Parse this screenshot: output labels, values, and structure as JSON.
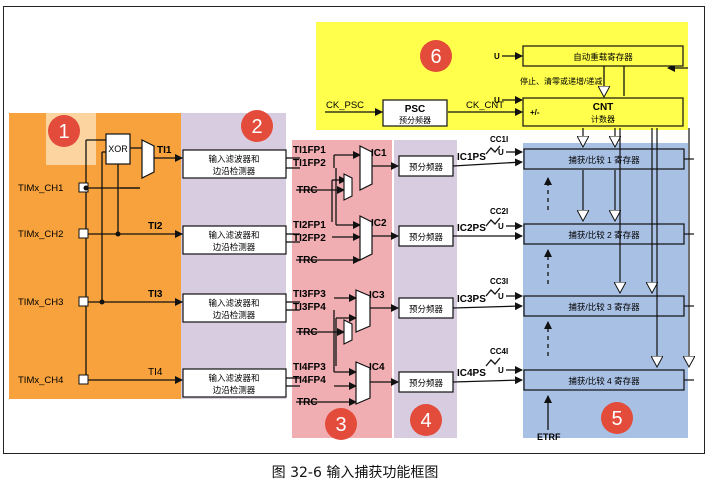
{
  "caption": "图 32-6 输入捕获功能框图",
  "regions": {
    "r1": "1",
    "r2": "2",
    "r3": "3",
    "r4": "4",
    "r5": "5",
    "r6": "6"
  },
  "colors": {
    "region1": "#f7a23c",
    "region2": "#d8cce0",
    "region3": "#f0aeb2",
    "region4": "#d8cce0",
    "region5": "#a8c0e4",
    "region6": "#ffff4c",
    "badge": "#e34b3a"
  },
  "inputs": [
    "TIMx_CH1",
    "TIMx_CH2",
    "TIMx_CH3",
    "TIMx_CH4"
  ],
  "xor": "XOR",
  "ti": [
    "TI1",
    "TI2",
    "TI3",
    "TI4"
  ],
  "filter_box": {
    "line1": "输入滤波器和",
    "line2": "边沿检测器"
  },
  "fp": {
    "g1": [
      "TI1FP1",
      "TI1FP2",
      "TRC"
    ],
    "g2": [
      "TI2FP1",
      "TI2FP2",
      "TRC"
    ],
    "g3": [
      "TI3FP3",
      "TI3FP4",
      "TRC"
    ],
    "g4": [
      "TI4FP3",
      "TI4FP4",
      "TRC"
    ]
  },
  "ic": [
    "IC1",
    "IC2",
    "IC3",
    "IC4"
  ],
  "prescaler": "预分频器",
  "icps": [
    "IC1PS",
    "IC2PS",
    "IC3PS",
    "IC4PS"
  ],
  "cci": [
    "CC1I",
    "CC2I",
    "CC3I",
    "CC4I"
  ],
  "u": "U",
  "ccr": [
    "捕获/比较 1 寄存器",
    "捕获/比较 2 寄存器",
    "捕获/比较 3 寄存器",
    "捕获/比较 4 寄存器"
  ],
  "etrf": "ETRF",
  "timebase": {
    "ck_psc": "CK_PSC",
    "psc": "PSC",
    "psc_sub": "预分频器",
    "ck_cnt": "CK_CNT",
    "cnt": "CNT",
    "cnt_sub": "计数器",
    "updown": "+/-",
    "arr": "自动重载寄存器",
    "stop_text": "停止、清零或递增/递减",
    "u1": "U",
    "u2": "U"
  }
}
